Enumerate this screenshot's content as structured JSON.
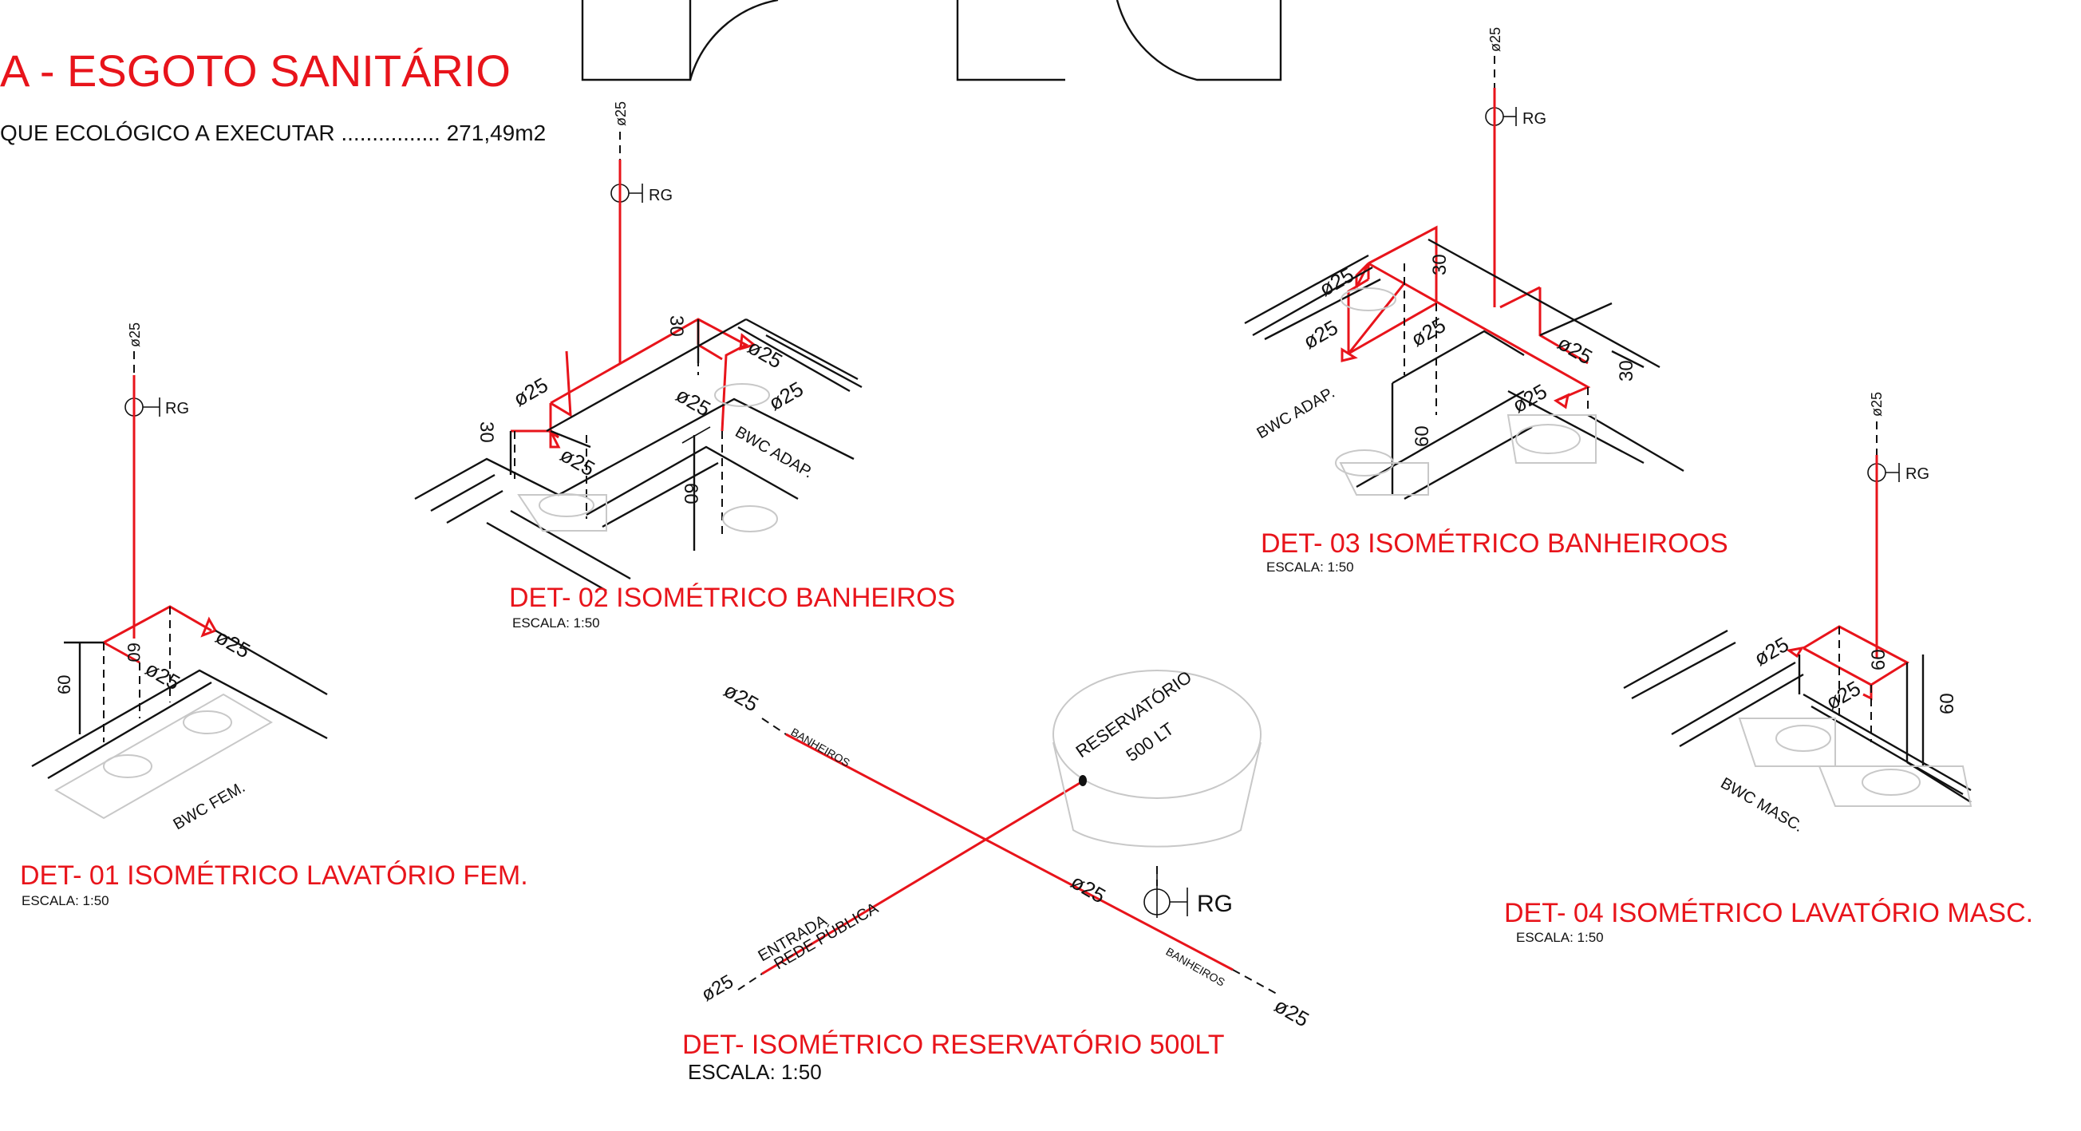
{
  "sheet": {
    "title": "A - ESGOTO SANITÁRIO",
    "area_line": "QUE ECOLÓGICO A EXECUTAR ................   271,49m2"
  },
  "common": {
    "diam": "ø25",
    "rg": "RG",
    "scale": "ESCALA: 1:50"
  },
  "details": {
    "det01": {
      "title": "DET- 01  ISOMÉTRICO LAVATÓRIO FEM.",
      "room": "BWC FEM.",
      "dim_a": "60",
      "dim_b": "60"
    },
    "det02": {
      "title": "DET- 02  ISOMÉTRICO BANHEIROS",
      "room": "BWC ADAP.",
      "dim_a": "30",
      "dim_b": "30",
      "dim_c": "60"
    },
    "det03": {
      "title": "DET- 03  ISOMÉTRICO BANHEIROOS",
      "room": "BWC ADAP.",
      "dim_a": "30",
      "dim_b": "30",
      "dim_c": "60"
    },
    "det04": {
      "title": "DET- 04  ISOMÉTRICO LAVATÓRIO MASC.",
      "room": "BWC MASC.",
      "dim_a": "60",
      "dim_b": "60"
    },
    "det05": {
      "title": "DET- ISOMÉTRICO RESERVATÓRIO 500LT",
      "tank_line1": "RESERVATÓRIO",
      "tank_line2": "500  LT",
      "label_banheiros": "BANHEIROS",
      "label_entrada": "ENTRADA",
      "label_rede": "REDE  PÚBLICA"
    }
  },
  "colors": {
    "pipe": "#e8141b",
    "line": "#111111",
    "fixture": "#c8c8c8"
  }
}
